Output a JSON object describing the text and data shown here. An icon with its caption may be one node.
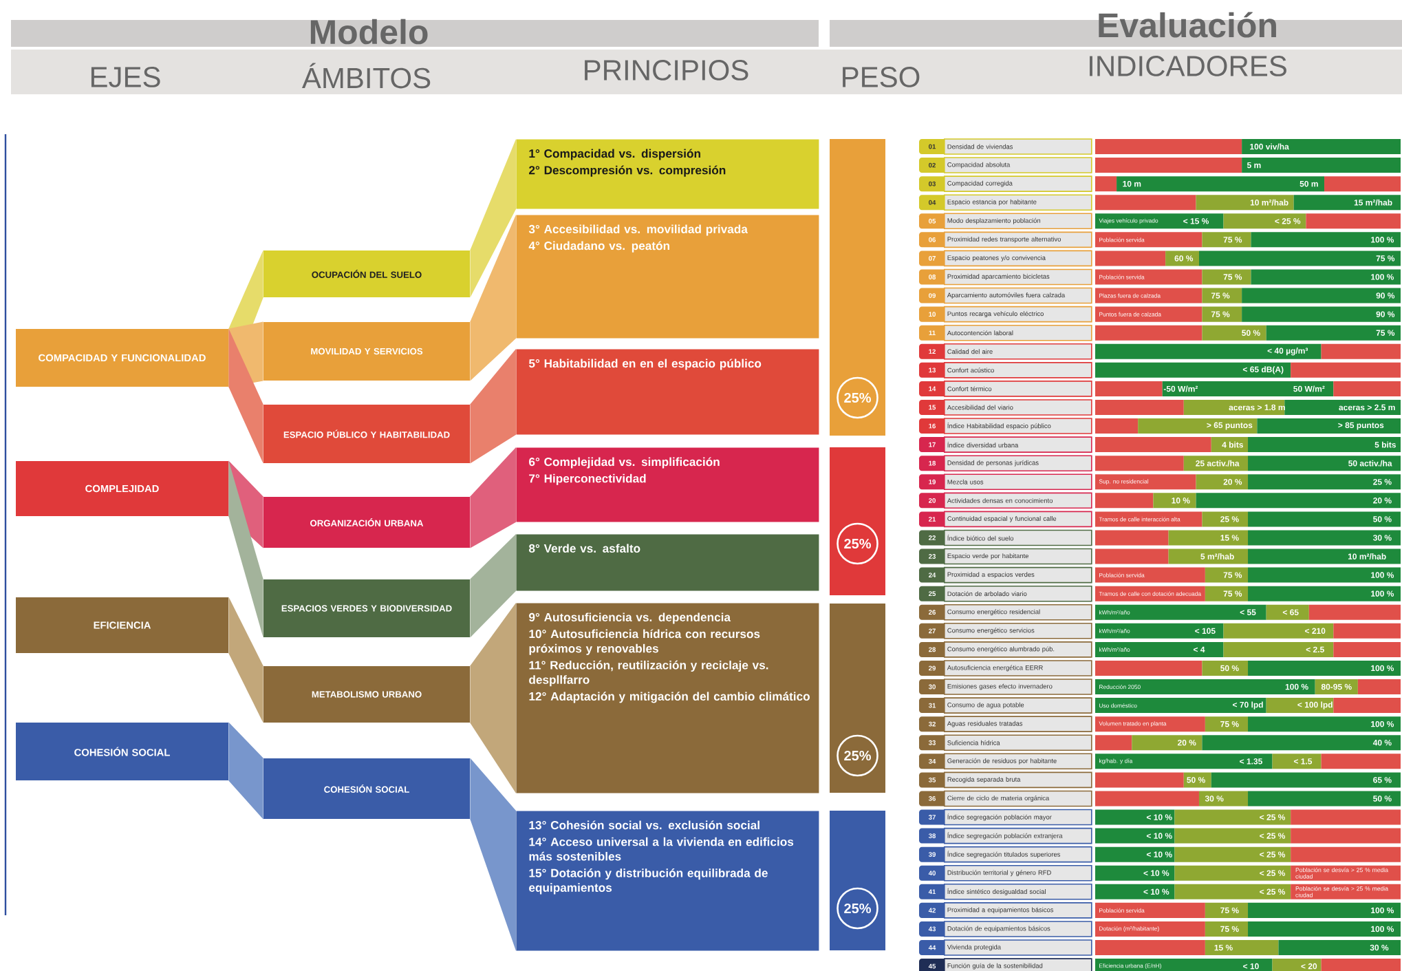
{
  "diagram": {
    "labels": [
      "Modelo",
      "Evaluación",
      "EJES",
      "ÁMBITOS",
      "PRINCIPIOS",
      "PESO",
      "INDICADORES"
    ],
    "nodes": [
      {
        "text": [
          "COMPACIDAD Y FUNCIONALIDAD"
        ]
      },
      {
        "text": [
          "COMPLEJIDAD"
        ]
      },
      {
        "text": [
          "EFICIENCIA"
        ]
      },
      {
        "text": [
          "COHESIÓN SOCIAL"
        ]
      },
      {
        "text": [
          "OCUPACIÓN DEL SUELO"
        ]
      },
      {
        "text": [
          "MOVILIDAD Y SERVICIOS"
        ]
      },
      {
        "text": [
          "ESPACIO PÚBLICO Y HABITABILIDAD"
        ]
      },
      {
        "text": [
          "ORGANIZACIÓN URBANA"
        ]
      },
      {
        "text": [
          "ESPACIOS VERDES Y BIODIVERSIDAD"
        ]
      },
      {
        "text": [
          "METABOLISMO URBANO"
        ]
      },
      {
        "text": [
          "COHESIÓN SOCIAL"
        ]
      },
      {
        "text": [
          "1° Compacidad vs. dispersión",
          "2° Descompresión vs. compresión"
        ]
      },
      {
        "text": [
          "3° Accesibilidad vs. movilidad privada",
          "4° Ciudadano vs. peatón"
        ]
      },
      {
        "text": [
          "5° Habitabilidad en en el espacio público"
        ]
      },
      {
        "text": [
          "6° Complejidad vs. simplificación",
          "7° Hiperconectividad"
        ]
      },
      {
        "text": [
          "8° Verde vs. asfalto"
        ]
      },
      {
        "text": [
          "9° Autosuficiencia vs. dependencia",
          "10° Autosuficiencia hídrica con recursos próximos y renovables",
          "11° Reducción, reutilización y reciclaje vs. despllfarro",
          "12° Adaptación y mitigación del cambio climático"
        ]
      },
      {
        "text": [
          "13° Cohesión social vs. exclusión social",
          "14° Acceso universal a la vivienda en edificios más sostenibles",
          "15° Dotación y distribución equilibrada de equipamientos"
        ]
      },
      {
        "text": [
          "25%"
        ]
      },
      {
        "text": [
          "25%"
        ]
      },
      {
        "text": [
          "25%"
        ]
      },
      {
        "text": [
          "25%"
        ]
      },
      {
        "text": [
          "01",
          "Densidad de viviendas"
        ]
      },
      {
        "text": [
          "100 viv/ha"
        ]
      },
      {
        "text": [
          "02",
          "Compacidad absoluta"
        ]
      },
      {
        "text": [
          "5 m"
        ]
      },
      {
        "text": [
          "03",
          "Compacidad corregida"
        ]
      },
      {
        "text": [
          "10 m",
          "50 m"
        ]
      },
      {
        "text": [
          "04",
          "Espacio estancia por habitante"
        ]
      },
      {
        "text": [
          "10 m²/hab",
          "15 m²/hab"
        ]
      },
      {
        "text": [
          "05",
          "Modo desplazamiento población"
        ]
      },
      {
        "text": [
          "Viajes vehículo privado",
          "< 15 %",
          "< 25 %"
        ]
      },
      {
        "text": [
          "06",
          "Proximidad redes transporte alternativo"
        ]
      },
      {
        "text": [
          "Población servida",
          "75 %",
          "100 %"
        ]
      },
      {
        "text": [
          "07",
          "Espacio peatones y/o convivencia"
        ]
      },
      {
        "text": [
          "60 %",
          "75 %"
        ]
      },
      {
        "text": [
          "08",
          "Proximidad aparcamiento bicicletas"
        ]
      },
      {
        "text": [
          "Población servida",
          "75 %",
          "100 %"
        ]
      },
      {
        "text": [
          "09",
          "Aparcamiento automóviles fuera calzada"
        ]
      },
      {
        "text": [
          "Plazas fuera de calzada",
          "75 %",
          "90 %"
        ]
      },
      {
        "text": [
          "10",
          "Puntos recarga vehículo eléctrico"
        ]
      },
      {
        "text": [
          "Puntos fuera de calzada",
          "75 %",
          "90 %"
        ]
      },
      {
        "text": [
          "11",
          "Autocontención laboral"
        ]
      },
      {
        "text": [
          "50 %",
          "75 %"
        ]
      },
      {
        "text": [
          "12",
          "Calidad del aire"
        ]
      },
      {
        "text": [
          "< 40 µg/m³"
        ]
      },
      {
        "text": [
          "13",
          "Confort acústico"
        ]
      },
      {
        "text": [
          "< 65 dB(A)"
        ]
      },
      {
        "text": [
          "14",
          "Confort térmico"
        ]
      },
      {
        "text": [
          "-50 W/m²",
          "50 W/m²"
        ]
      },
      {
        "text": [
          "15",
          "Accesibilidad del viario"
        ]
      },
      {
        "text": [
          "aceras > 1.8 m",
          "aceras > 2.5 m"
        ]
      },
      {
        "text": [
          "16",
          "Índice Habitabilidad espacio público"
        ]
      },
      {
        "text": [
          "> 65 puntos",
          "> 85 puntos"
        ]
      },
      {
        "text": [
          "17",
          "Índice diversidad urbana"
        ]
      },
      {
        "text": [
          "4 bits",
          "5 bits"
        ]
      },
      {
        "text": [
          "18",
          "Densidad de personas jurídicas"
        ]
      },
      {
        "text": [
          "25 activ./ha",
          "50 activ./ha"
        ]
      },
      {
        "text": [
          "19",
          "Mezcla usos"
        ]
      },
      {
        "text": [
          "Sup. no residencial",
          "20 %",
          "25 %"
        ]
      },
      {
        "text": [
          "20",
          "Actividades densas en conocimiento"
        ]
      },
      {
        "text": [
          "10 %",
          "20 %"
        ]
      },
      {
        "text": [
          "21",
          "Continuidad espacial y funcional calle"
        ]
      },
      {
        "text": [
          "Tramos de calle interacción alta",
          "25 %",
          "50 %"
        ]
      },
      {
        "text": [
          "22",
          "Índice biótico del suelo"
        ]
      },
      {
        "text": [
          "15 %",
          "30 %"
        ]
      },
      {
        "text": [
          "23",
          "Espacio verde por habitante"
        ]
      },
      {
        "text": [
          "5 m²/hab",
          "10 m²/hab"
        ]
      },
      {
        "text": [
          "24",
          "Proximidad a espacios verdes"
        ]
      },
      {
        "text": [
          "Población servida",
          "75 %",
          "100 %"
        ]
      },
      {
        "text": [
          "25",
          "Dotación de arbolado viario"
        ]
      },
      {
        "text": [
          "Tramos de calle con dotación adecuada",
          "75 %",
          "100 %"
        ]
      },
      {
        "text": [
          "26",
          "Consumo energético residencial"
        ]
      },
      {
        "text": [
          "kWh/m²/año",
          "< 55",
          "< 65"
        ]
      },
      {
        "text": [
          "27",
          "Consumo energético servicios"
        ]
      },
      {
        "text": [
          "kWh/m²/año",
          "< 105",
          "< 210"
        ]
      },
      {
        "text": [
          "28",
          "Consumo energético alumbrado púb."
        ]
      },
      {
        "text": [
          "kWh/m²/año",
          "< 4",
          "< 2.5"
        ]
      },
      {
        "text": [
          "29",
          "Autosuficiencia energética EERR"
        ]
      },
      {
        "text": [
          "50 %",
          "100 %"
        ]
      },
      {
        "text": [
          "30",
          "Emisiones gases efecto invernadero"
        ]
      },
      {
        "text": [
          "Reducción 2050",
          "100 %",
          "80-95 %"
        ]
      },
      {
        "text": [
          "31",
          "Consumo de agua potable"
        ]
      },
      {
        "text": [
          "Uso doméstico",
          "< 70 lpd",
          "< 100 lpd"
        ]
      },
      {
        "text": [
          "32",
          "Aguas residuales tratadas"
        ]
      },
      {
        "text": [
          "Volumen tratado en planta",
          "75 %",
          "100 %"
        ]
      },
      {
        "text": [
          "33",
          "Suficiencia hídrica"
        ]
      },
      {
        "text": [
          "20 %",
          "40 %"
        ]
      },
      {
        "text": [
          "34",
          "Generación de residuos por habitante"
        ]
      },
      {
        "text": [
          "kg/hab. y día",
          "< 1.35",
          "< 1.5"
        ]
      },
      {
        "text": [
          "35",
          "Recogida separada bruta"
        ]
      },
      {
        "text": [
          "50 %",
          "65 %"
        ]
      },
      {
        "text": [
          "36",
          "Cierre de ciclo de materia orgánica"
        ]
      },
      {
        "text": [
          "30 %",
          "50 %"
        ]
      },
      {
        "text": [
          "37",
          "Índice segregación población mayor"
        ]
      },
      {
        "text": [
          "< 10 %",
          "< 25 %"
        ]
      },
      {
        "text": [
          "38",
          "Índice segregación población extranjera"
        ]
      },
      {
        "text": [
          "< 10 %",
          "< 25 %"
        ]
      },
      {
        "text": [
          "39",
          "Índice segregación titulados superiores"
        ]
      },
      {
        "text": [
          "< 10 %",
          "< 25 %"
        ]
      },
      {
        "text": [
          "40",
          "Distribución territorial y género RFD"
        ]
      },
      {
        "text": [
          "< 10 %",
          "< 25 %",
          "Población se desvía > 25 % media ciudad"
        ]
      },
      {
        "text": [
          "41",
          "Índice sintético desigualdad social"
        ]
      },
      {
        "text": [
          "< 10 %",
          "< 25 %",
          "Población se desvía > 25 % media ciudad"
        ]
      },
      {
        "text": [
          "42",
          "Proximidad a equipamientos básicos"
        ]
      },
      {
        "text": [
          "Población servida",
          "75 %",
          "100 %"
        ]
      },
      {
        "text": [
          "43",
          "Dotación de equipamientos básicos"
        ]
      },
      {
        "text": [
          "Dotación (m²/habitante)",
          "75 %",
          "100 %"
        ]
      },
      {
        "text": [
          "44",
          "Vivienda protegida"
        ]
      },
      {
        "text": [
          "15 %",
          "30 %"
        ]
      },
      {
        "text": [
          "45",
          "Función guía de la sostenibilidad"
        ]
      },
      {
        "text": [
          "Eficiencia urbana (E/nH)",
          "< 10",
          "< 20"
        ]
      }
    ],
    "edges": [
      {
        "from": 0,
        "to": 4,
        "arrow": "none",
        "color": "#e6dc6a"
      },
      {
        "from": 0,
        "to": 5,
        "arrow": "none",
        "color": "#f0b96e"
      },
      {
        "from": 0,
        "to": 6,
        "arrow": "none",
        "color": "#e9806c"
      },
      {
        "from": 1,
        "to": 7,
        "arrow": "none",
        "color": "#e0607c"
      },
      {
        "from": 1,
        "to": 8,
        "arrow": "none",
        "color": "#a3b39b"
      },
      {
        "from": 2,
        "to": 9,
        "arrow": "none",
        "color": "#c2a77a"
      },
      {
        "from": 3,
        "to": 10,
        "arrow": "none",
        "color": "#7896cc"
      },
      {
        "from": 4,
        "to": 11,
        "arrow": "none",
        "color": "#e6dc6a"
      },
      {
        "from": 5,
        "to": 12,
        "arrow": "none",
        "color": "#f0b96e"
      },
      {
        "from": 6,
        "to": 13,
        "arrow": "none",
        "color": "#e9806c"
      },
      {
        "from": 7,
        "to": 14,
        "arrow": "none",
        "color": "#e0607c"
      },
      {
        "from": 8,
        "to": 15,
        "arrow": "none",
        "color": "#a3b39b"
      },
      {
        "from": 9,
        "to": 16,
        "arrow": "none",
        "color": "#c2a77a"
      },
      {
        "from": 10,
        "to": 17,
        "arrow": "none",
        "color": "#7896cc"
      }
    ]
  }
}
